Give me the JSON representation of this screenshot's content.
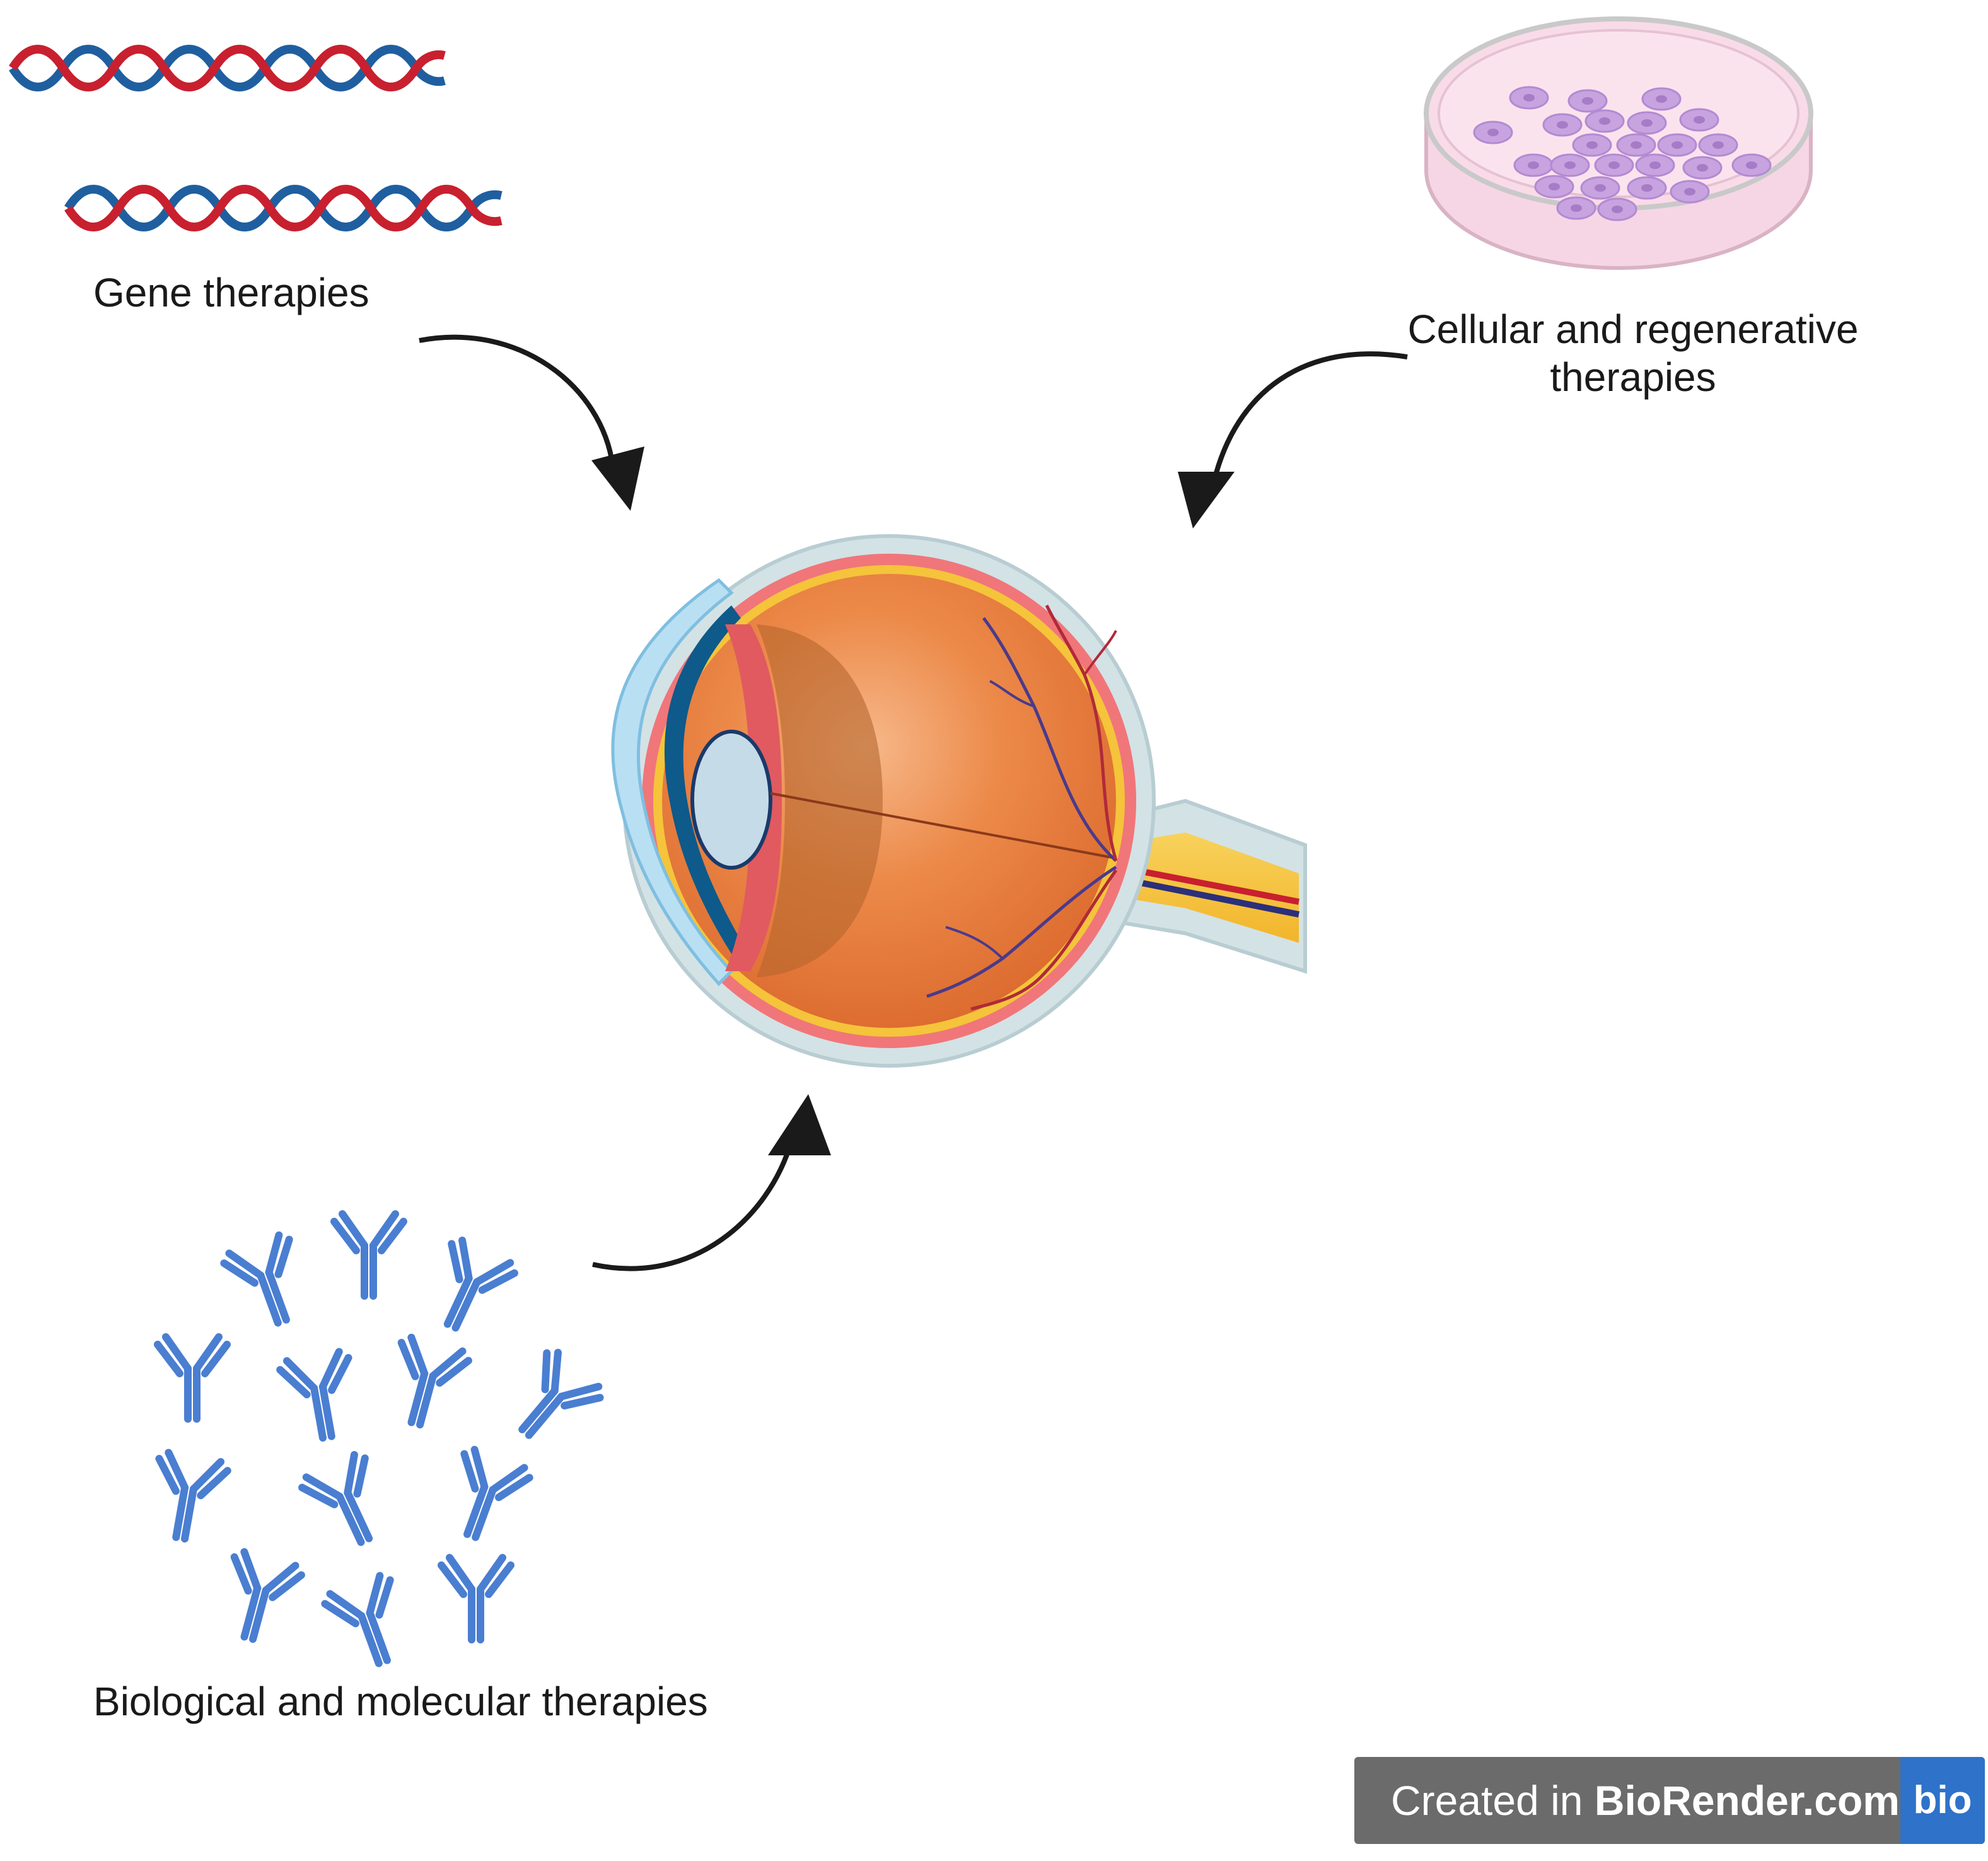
{
  "labels": {
    "gene": "Gene therapies",
    "cellular": "Cellular and regenerative therapies",
    "biological": "Biological and molecular therapies"
  },
  "badge": {
    "prefix": "Created in ",
    "brand": "BioRender.com",
    "logo": "bio"
  },
  "colors": {
    "dna_strand_a": "#c8202f",
    "dna_strand_b": "#1f5fa0",
    "antibody": "#4a7ed1",
    "dish_medium": "#f9dbe8",
    "cell": "#c7a3e0",
    "eye_globe": "#e87d3e",
    "arrow": "#1a1a1a",
    "badge_bg": "#6b6b6b",
    "badge_logo_bg": "#2e72c9"
  },
  "icons": [
    "dna-helix-icon",
    "petri-dish-icon",
    "eye-anatomy-icon",
    "antibody-icon",
    "curved-arrow-icon"
  ]
}
